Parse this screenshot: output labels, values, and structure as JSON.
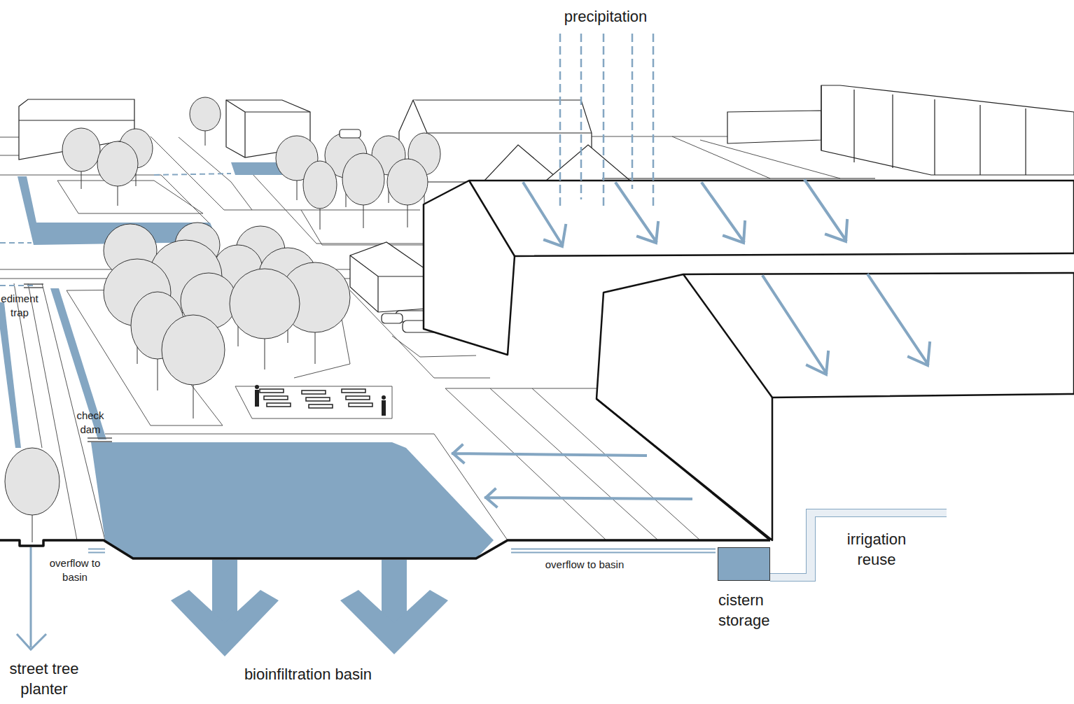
{
  "diagram": {
    "nodes": [
      {
        "text": [
          "street tree planter"
        ]
      },
      {
        "text": [
          "bioinfiltration basin"
        ]
      },
      {
        "text": [
          "cistern storage"
        ]
      }
    ],
    "edges": [
      {
        "from": 0,
        "to": 1,
        "arrow": "none",
        "label": "overflow to basin"
      },
      {
        "from": 2,
        "to": 1,
        "arrow": "none",
        "label": "overflow to basin"
      }
    ],
    "labels": [
      "precipitation",
      "ediment trap",
      "check dam",
      "irrigation reuse"
    ]
  }
}
